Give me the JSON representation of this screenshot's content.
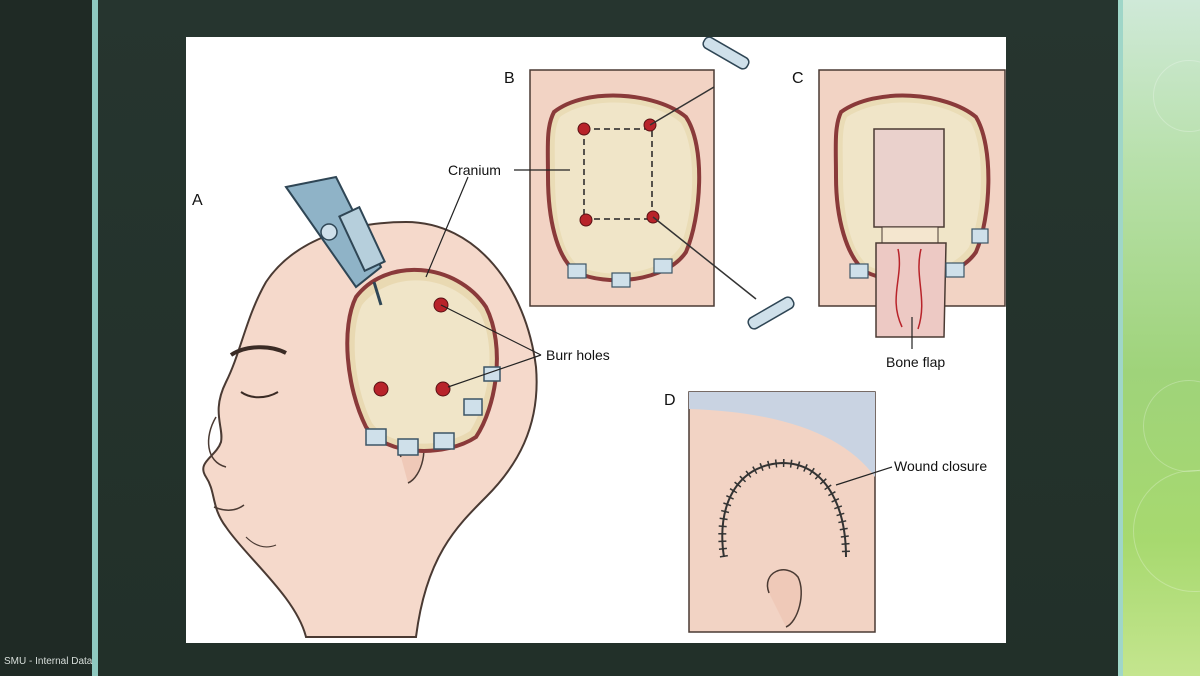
{
  "figure": {
    "panels": {
      "a": "A",
      "b": "B",
      "c": "C",
      "d": "D"
    },
    "labels": {
      "cranium": "Cranium",
      "burr_holes": "Burr holes",
      "bone_flap": "Bone flap",
      "wound_closure": "Wound closure"
    }
  },
  "footer": {
    "text": "SMU - Internal Data"
  },
  "colors": {
    "background": "#25332d",
    "accent_left": "#8fc9c0",
    "accent_right": "#a7d96f",
    "skin": "#f2d3c4",
    "bone": "#efe4c6",
    "burr_hole": "#b8232a"
  }
}
